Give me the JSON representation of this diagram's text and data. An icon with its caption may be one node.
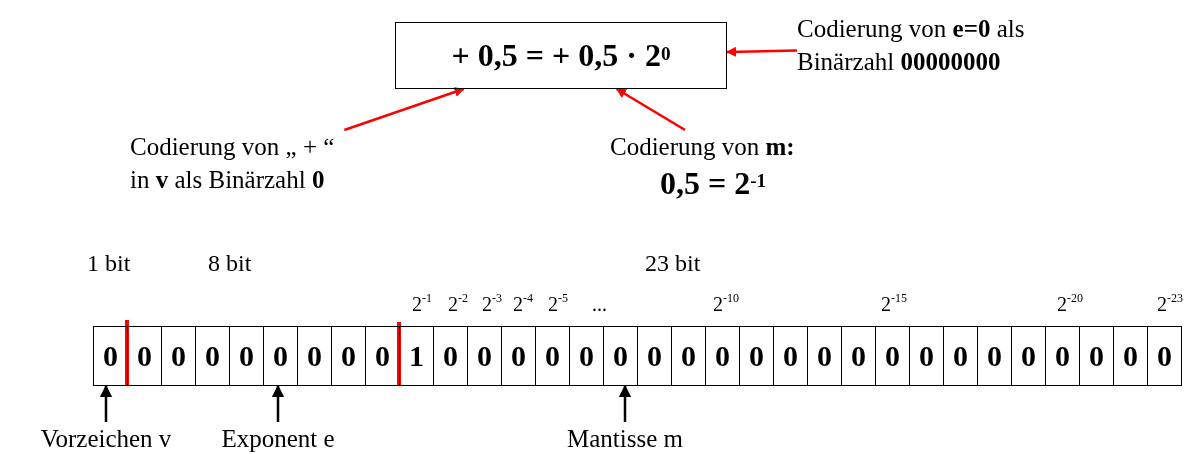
{
  "diagram": {
    "nodes": [
      {
        "text": [
          "+ 0,5 = + 0,5 · 2$^{0}$"
        ]
      },
      {
        "text": [
          "Codierung von **e=0** als Binärzahl **00000000**"
        ]
      },
      {
        "text": [
          "Codierung von „ + “ in **v** als Binärzahl **0**"
        ]
      },
      {
        "text": [
          "Codierung von **m:**",
          "0,5 = 2$^{-1}$"
        ]
      },
      {
        "text": [
          "0"
        ]
      },
      {
        "text": [
          "0"
        ]
      },
      {
        "text": [
          "0"
        ]
      },
      {
        "text": [
          "0"
        ]
      },
      {
        "text": [
          "0"
        ]
      },
      {
        "text": [
          "0"
        ]
      },
      {
        "text": [
          "0"
        ]
      },
      {
        "text": [
          "0"
        ]
      },
      {
        "text": [
          "0"
        ]
      },
      {
        "text": [
          "1"
        ]
      },
      {
        "text": [
          "0"
        ]
      },
      {
        "text": [
          "0"
        ]
      },
      {
        "text": [
          "0"
        ]
      },
      {
        "text": [
          "0"
        ]
      },
      {
        "text": [
          "0"
        ]
      },
      {
        "text": [
          "0"
        ]
      },
      {
        "text": [
          "0"
        ]
      },
      {
        "text": [
          "0"
        ]
      },
      {
        "text": [
          "0"
        ]
      },
      {
        "text": [
          "0"
        ]
      },
      {
        "text": [
          "0"
        ]
      },
      {
        "text": [
          "0"
        ]
      },
      {
        "text": [
          "0"
        ]
      },
      {
        "text": [
          "0"
        ]
      },
      {
        "text": [
          "0"
        ]
      },
      {
        "text": [
          "0"
        ]
      },
      {
        "text": [
          "0"
        ]
      },
      {
        "text": [
          "0"
        ]
      },
      {
        "text": [
          "0"
        ]
      },
      {
        "text": [
          "0"
        ]
      },
      {
        "text": [
          "0"
        ]
      },
      {
        "text": [
          "0"
        ]
      },
      {
        "text": [
          "Vorzeichen v"
        ]
      },
      {
        "text": [
          "Exponent e"
        ]
      },
      {
        "text": [
          "Mantisse m"
        ]
      }
    ],
    "edges": [
      {
        "from": 1,
        "to": 0,
        "arrow": "to",
        "color": "#ff0000"
      },
      {
        "from": 2,
        "to": 0,
        "arrow": "to",
        "color": "#ff0000"
      },
      {
        "from": 3,
        "to": 0,
        "arrow": "to",
        "color": "#ff0000"
      },
      {
        "from": 36,
        "to": 4,
        "arrow": "to",
        "color": "#000000"
      },
      {
        "from": 37,
        "to": 9,
        "arrow": "to",
        "color": "#000000"
      },
      {
        "from": 38,
        "to": 19,
        "arrow": "to",
        "color": "#000000"
      }
    ],
    "labels": [
      "1 bit",
      "8 bit",
      "23 bit",
      "2$^{-1}$",
      "2$^{-2}$",
      "2$^{-3}$",
      "2$^{-4}$",
      "2$^{-5}$",
      "...",
      "2$^{-10}$",
      "2$^{-15}$",
      "2$^{-20}$",
      "2$^{-23}$"
    ]
  }
}
